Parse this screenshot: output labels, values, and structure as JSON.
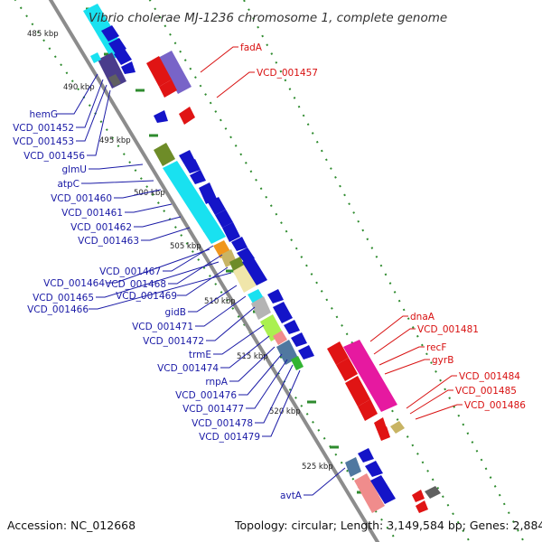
{
  "title": "Vibrio cholerae MJ-1236 chromosome 1, complete genome",
  "accession": "Accession: NC_012668",
  "topology": "Topology: circular; Length: 3,149,584 bp; Genes: 2,884",
  "ticks": [
    "485 kbp",
    "490 kbp",
    "495 kbp",
    "500 kbp",
    "505 kbp",
    "510 kbp",
    "515 kbp",
    "520 kbp",
    "525 kbp"
  ],
  "genes_left": [
    "hemG",
    "VCD_001452",
    "VCD_001453",
    "VCD_001456",
    "glmU",
    "atpC",
    "VCD_001460",
    "VCD_001461",
    "VCD_001462",
    "VCD_001463",
    "VCD_001467",
    "VCD_001464",
    "VCD_001468",
    "VCD_001465",
    "VCD_001469",
    "VCD_001466",
    "gidB",
    "VCD_001471",
    "VCD_001472",
    "trmE",
    "VCD_001474",
    "rnpA",
    "VCD_001476",
    "VCD_001477",
    "VCD_001478",
    "VCD_001479",
    "avtA"
  ],
  "genes_right": [
    "fadA",
    "VCD_001457",
    "dnaA",
    "VCD_001481",
    "recF",
    "gyrB",
    "VCD_001484",
    "VCD_001485",
    "VCD_001486"
  ],
  "colors": {
    "backbone": "#8c8c8c",
    "tick_green": "#2e8b2e",
    "left_label": "#1a1aa6",
    "right_label": "#d81010",
    "cds_blue": "#1414c8",
    "cds_red": "#e01414",
    "cyan": "#19e1f0",
    "magenta": "#e619a0",
    "purple": "#7864c8",
    "olive": "#6e8c28",
    "orange": "#f0961e",
    "khaki": "#c8b464",
    "tan": "#f0e6aa",
    "lime": "#aaf050",
    "pink": "#f08c8c",
    "steel": "#5078a0",
    "gray": "#b4b4b4"
  }
}
